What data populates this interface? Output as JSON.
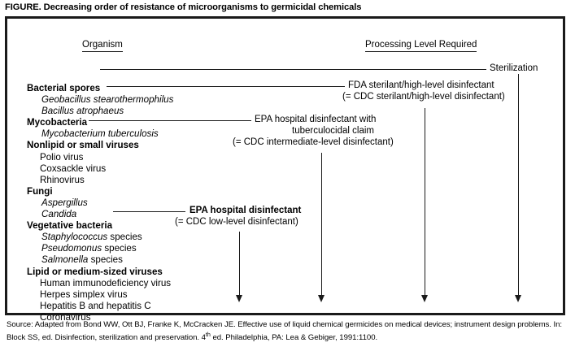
{
  "figure": {
    "caption": "FIGURE. Decreasing order of resistance of microorganisms to germicidal chemicals"
  },
  "headers": {
    "organism": "Organism",
    "processing": "Processing Level Required"
  },
  "organism_groups": [
    {
      "name": "Bacterial spores",
      "items": [
        {
          "text": "Geobacillus stearothermophilus",
          "italic": true
        },
        {
          "text": "Bacillus atrophaeus",
          "italic": true
        }
      ]
    },
    {
      "name": "Mycobacteria",
      "items": [
        {
          "text": "Mycobacterium tuberculosis",
          "italic": true
        }
      ]
    },
    {
      "name": "Nonlipid or small viruses",
      "items": [
        {
          "text": "Polio virus",
          "italic": false
        },
        {
          "text": "Coxsackle virus",
          "italic": false
        },
        {
          "text": "Rhinovirus",
          "italic": false
        }
      ]
    },
    {
      "name": "Fungi",
      "items": [
        {
          "text": "Aspergillus",
          "italic": true
        },
        {
          "text": "Candida",
          "italic": true
        }
      ]
    },
    {
      "name": "Vegetative bacteria",
      "items": [
        {
          "text": "Staphylococcus",
          "suffix": " species",
          "italic": true
        },
        {
          "text": "Pseudomonus",
          "suffix": " species",
          "italic": true
        },
        {
          "text": "Salmonella",
          "suffix": " species",
          "italic": true
        }
      ]
    },
    {
      "name": "Lipid or medium-sized viruses",
      "items": [
        {
          "text": "Human immunodeficiency virus",
          "italic": false
        },
        {
          "text": "Herpes simplex virus",
          "italic": false
        },
        {
          "text": "Hepatitis B and hepatitis C",
          "italic": false
        },
        {
          "text": "Coronavirus",
          "italic": false
        }
      ]
    }
  ],
  "processing_levels": [
    {
      "id": "sterilization",
      "lines": [
        "Sterilization"
      ]
    },
    {
      "id": "fda-sterilant",
      "lines": [
        "FDA sterilant/high-level disinfectant",
        "(= CDC sterilant/high-level disinfectant)"
      ]
    },
    {
      "id": "epa-tuberculocidal",
      "lines": [
        "EPA hospital disinfectant with",
        "tuberculocidal claim",
        "(= CDC intermediate-level disinfectant)"
      ]
    },
    {
      "id": "epa-low-level",
      "lines": [
        "EPA hospital disinfectant",
        "(= CDC low-level disinfectant)"
      ]
    }
  ],
  "source": {
    "part1": "Source: Adapted from Bond WW, Ott BJ, Franke K, McCracken JE. Effective use of liquid chemical germicides on medical devices; instrument design problems. In: Block SS, ed. Disinfection, sterilization and preservation. 4",
    "sup": "th",
    "part2": " ed. Philadelphia, PA: Lea & Gebiger, 1991:1100."
  },
  "colors": {
    "ink": "#1a1a1a",
    "background": "#ffffff"
  }
}
